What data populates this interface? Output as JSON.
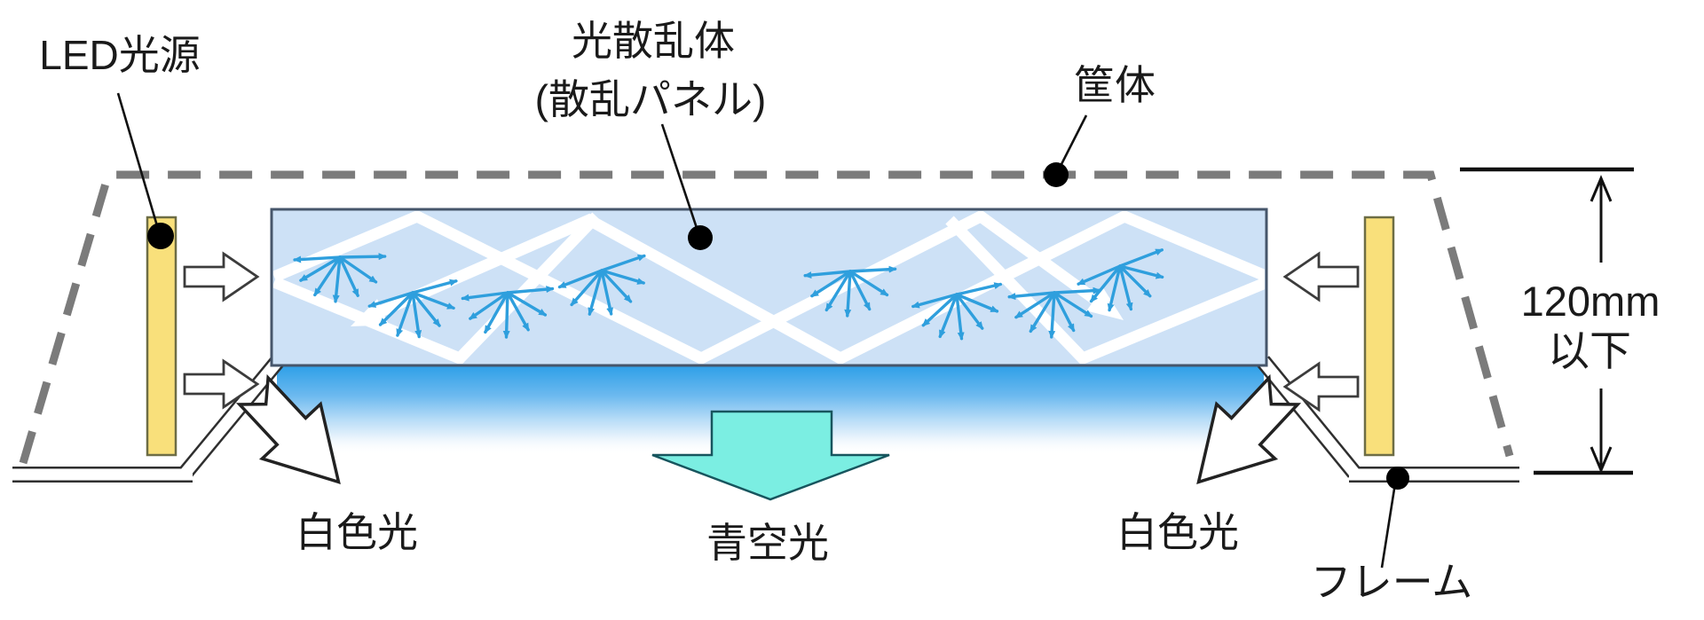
{
  "diagram": {
    "labels": {
      "led_source": "LED光源",
      "scatterer_line1": "光散乱体",
      "scatterer_line2": "(散乱パネル)",
      "housing": "筐体",
      "white_light_left": "白色光",
      "sky_light": "青空光",
      "white_light_right": "白色光",
      "frame": "フレーム"
    },
    "dimension": {
      "value": "120mm",
      "qualifier": "以下"
    },
    "colors": {
      "housing_dash": "#7b7b7b",
      "panel_fill": "#cde1f6",
      "panel_border": "#46566b",
      "led_fill": "#f9e07b",
      "led_border": "#6d6d45",
      "ray_white": "#ffffff",
      "scatter_burst_blue": "#2f9fdd",
      "glow_blue_top": "#2fa0e8",
      "sky_arrow_fill": "#7beee2",
      "sky_arrow_border": "#17555e",
      "hollow_arrow_outline": "#3c3c3c",
      "text_color": "#1a1a1a"
    }
  }
}
